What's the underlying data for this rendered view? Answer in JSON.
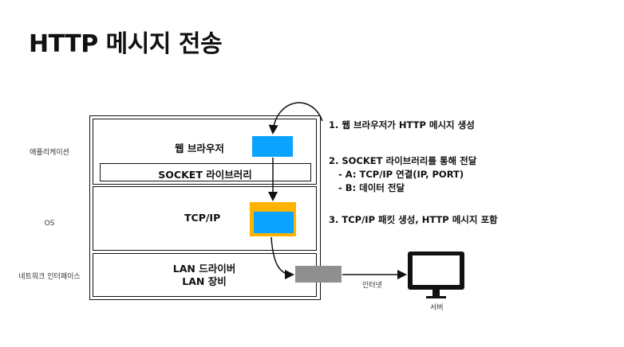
{
  "title": "HTTP 메시지 전송",
  "side_labels": {
    "app": "애플리케이션",
    "os": "OS",
    "nic": "네트워크 인터페이스"
  },
  "layers": {
    "browser": "웹 브라우저",
    "socket_lib": "SOCKET 라이브러리",
    "tcpip": "TCP/IP",
    "lan_driver": "LAN 드라이버",
    "lan_device": "LAN 장비"
  },
  "steps": {
    "step1": "1. 웹 브라우저가 HTTP 메시지 생성",
    "step2": "2. SOCKET 라이브러리를 통해 전달",
    "step2a": "- A: TCP/IP 연결(IP, PORT)",
    "step2b": "- B: 데이터 전달",
    "step3": "3. TCP/IP 패킷 생성, HTTP 메시지 포함"
  },
  "network": {
    "internet_label": "인터넷",
    "server_label": "서버"
  },
  "colors": {
    "message_blue": "#0aa3ff",
    "packet_gold": "#ffb300",
    "packet_grey": "#8f8f8f"
  }
}
